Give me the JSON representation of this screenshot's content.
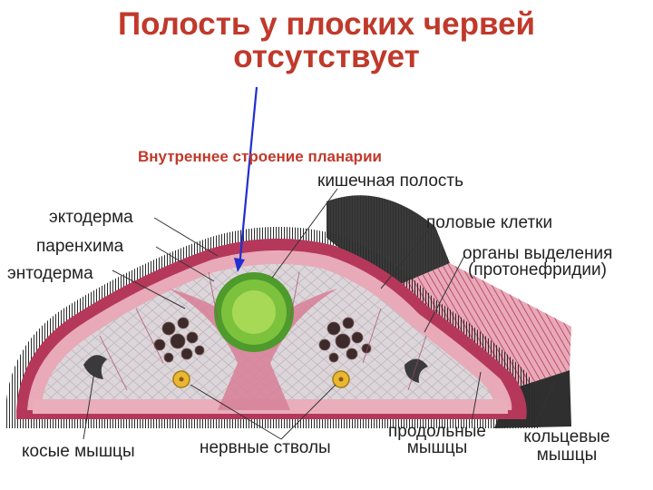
{
  "slide": {
    "title_line1": "Полость  у плоских червей",
    "title_line2": "отсутствует",
    "subtitle": "Внутреннее строение планарии"
  },
  "labels": {
    "intestinal_cavity": "кишечная полость",
    "ectoderm": "эктодерма",
    "parenchyma": "паренхима",
    "endoderm": "энтодерма",
    "sex_cells": "половые клетки",
    "excretory_organs_l1": "органы выделения",
    "excretory_organs_l2": "(протонефридии)",
    "oblique_muscles": "косые мышцы",
    "nerve_trunks": "нервные стволы",
    "longitudinal_muscles_l1": "продольные",
    "longitudinal_muscles_l2": "мышцы",
    "circular_muscles_l1": "кольцевые",
    "circular_muscles_l2": "мышцы"
  },
  "colors": {
    "title": "#c0392b",
    "arrow": "#1f2fd1",
    "body_outer": "#b5385a",
    "body_inner": "#ecc1cc",
    "cilia": "#333333",
    "gut": "#4e9a2c",
    "gut_inner": "#7cc23c",
    "parenchyma": "#d9d6d9"
  }
}
